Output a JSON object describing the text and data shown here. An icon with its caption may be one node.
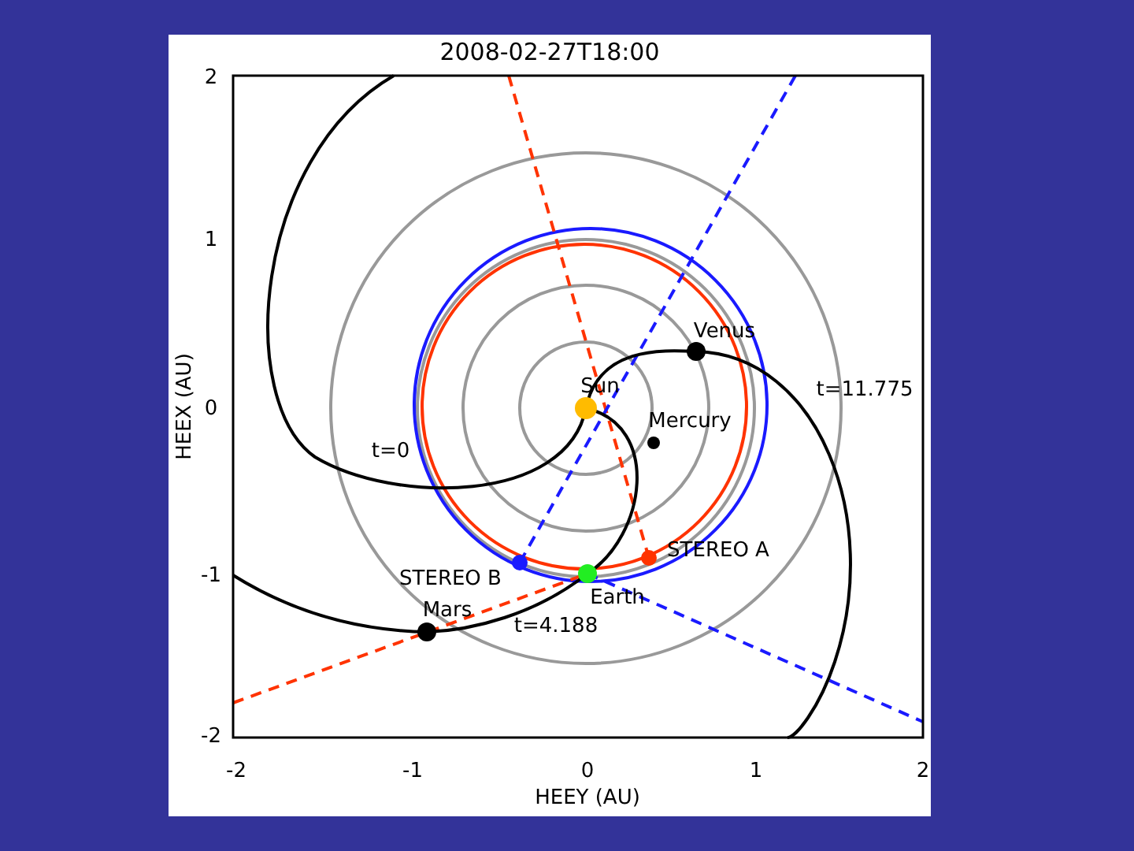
{
  "diagram": {
    "title": "2008-02-27T18:00",
    "labels": [
      "2",
      "1",
      "HEEX (AU)",
      "Venus",
      "Sun",
      "t=11.775",
      "0",
      "Mercury",
      "t=0",
      "STEREO B",
      "STEREO A",
      "-1",
      "Earth",
      "Mars",
      "t=4.188",
      "-2",
      "-2",
      "-1",
      "0",
      "1",
      "2",
      "HEEY (AU)"
    ]
  }
}
